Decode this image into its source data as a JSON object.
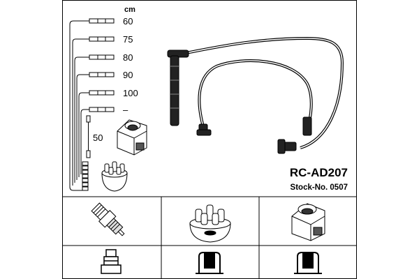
{
  "unit_label": "cm",
  "lengths": [
    "60",
    "75",
    "80",
    "90",
    "100",
    "–"
  ],
  "coil_lead_length": "50",
  "model": "RC-AD207",
  "stock_number": "Stock-No. 0507"
}
